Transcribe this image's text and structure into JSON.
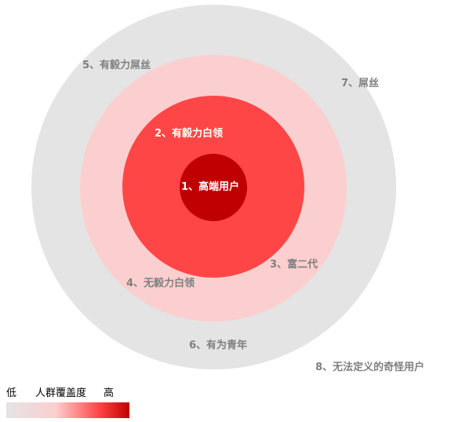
{
  "diagram": {
    "rings": [
      {
        "label": "1、高端用户",
        "color": "#c00000"
      },
      {
        "label": "2、有毅力白领",
        "color": "#ff4646"
      },
      {
        "label": "3、富二代",
        "color": "#fbcfcf"
      },
      {
        "label": "4、无毅力白领",
        "color": "#fbcfcf"
      },
      {
        "label": "5、有毅力屌丝",
        "color": "#e4e4e4"
      },
      {
        "label": "6、有为青年",
        "color": "#e4e4e4"
      },
      {
        "label": "7、屌丝",
        "color": "#e4e4e4"
      },
      {
        "label": "8、无法定义的奇怪用户",
        "color": "#ffffff"
      }
    ]
  },
  "legend": {
    "low": "低",
    "title": "人群覆盖度",
    "high": "高",
    "gradient_colors": [
      "#e4e4e4",
      "#fbcfcf",
      "#ff4646",
      "#c00000"
    ]
  }
}
